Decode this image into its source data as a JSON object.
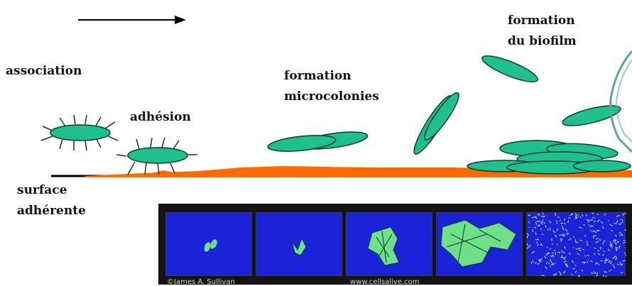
{
  "labels": {
    "association": "association",
    "adhesion": "adhésion",
    "microcolonies_line1": "formation",
    "microcolonies_line2": "microcolonies",
    "biofilm_line1": "formation",
    "biofilm_line2": "du biofilm",
    "surface_line1": "surface",
    "surface_line2": "adhérente"
  },
  "micrograph": {
    "credit_left": "©James A. Sullivan",
    "credit_right": "www.cellsalive.com"
  },
  "colors": {
    "bacteria_fill": "#1fbf8f",
    "bacteria_outline": "#0b3d2c",
    "surface_orange": "#ff6a00",
    "surface_black": "#000000",
    "tile_blue": "#1c22d8",
    "micro_green": "#6fe08a",
    "accent_teal": "#5aa8a0"
  }
}
